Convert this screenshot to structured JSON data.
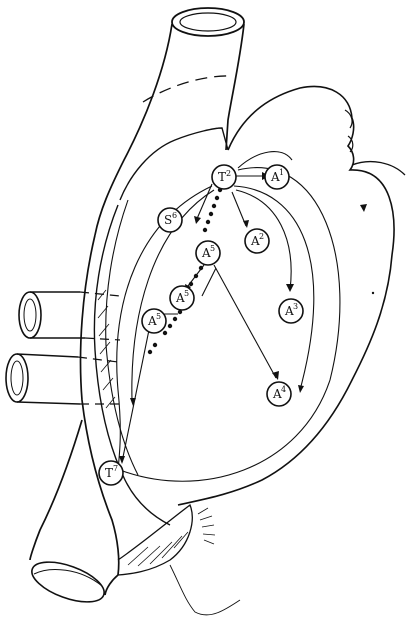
{
  "figure": {
    "stroke_color": "#111111",
    "background": "#ffffff",
    "nodes": [
      {
        "id": "T2",
        "letter": "T",
        "sup": "2"
      },
      {
        "id": "A1",
        "letter": "A",
        "sup": "1"
      },
      {
        "id": "S6",
        "letter": "S",
        "sup": "6"
      },
      {
        "id": "A2",
        "letter": "A",
        "sup": "2"
      },
      {
        "id": "A5a",
        "letter": "A",
        "sup": "5"
      },
      {
        "id": "A3",
        "letter": "A",
        "sup": "3"
      },
      {
        "id": "A5b",
        "letter": "A",
        "sup": "5"
      },
      {
        "id": "A5c",
        "letter": "A",
        "sup": "5"
      },
      {
        "id": "A4",
        "letter": "A",
        "sup": "4"
      },
      {
        "id": "T7",
        "letter": "T",
        "sup": "7"
      }
    ]
  }
}
